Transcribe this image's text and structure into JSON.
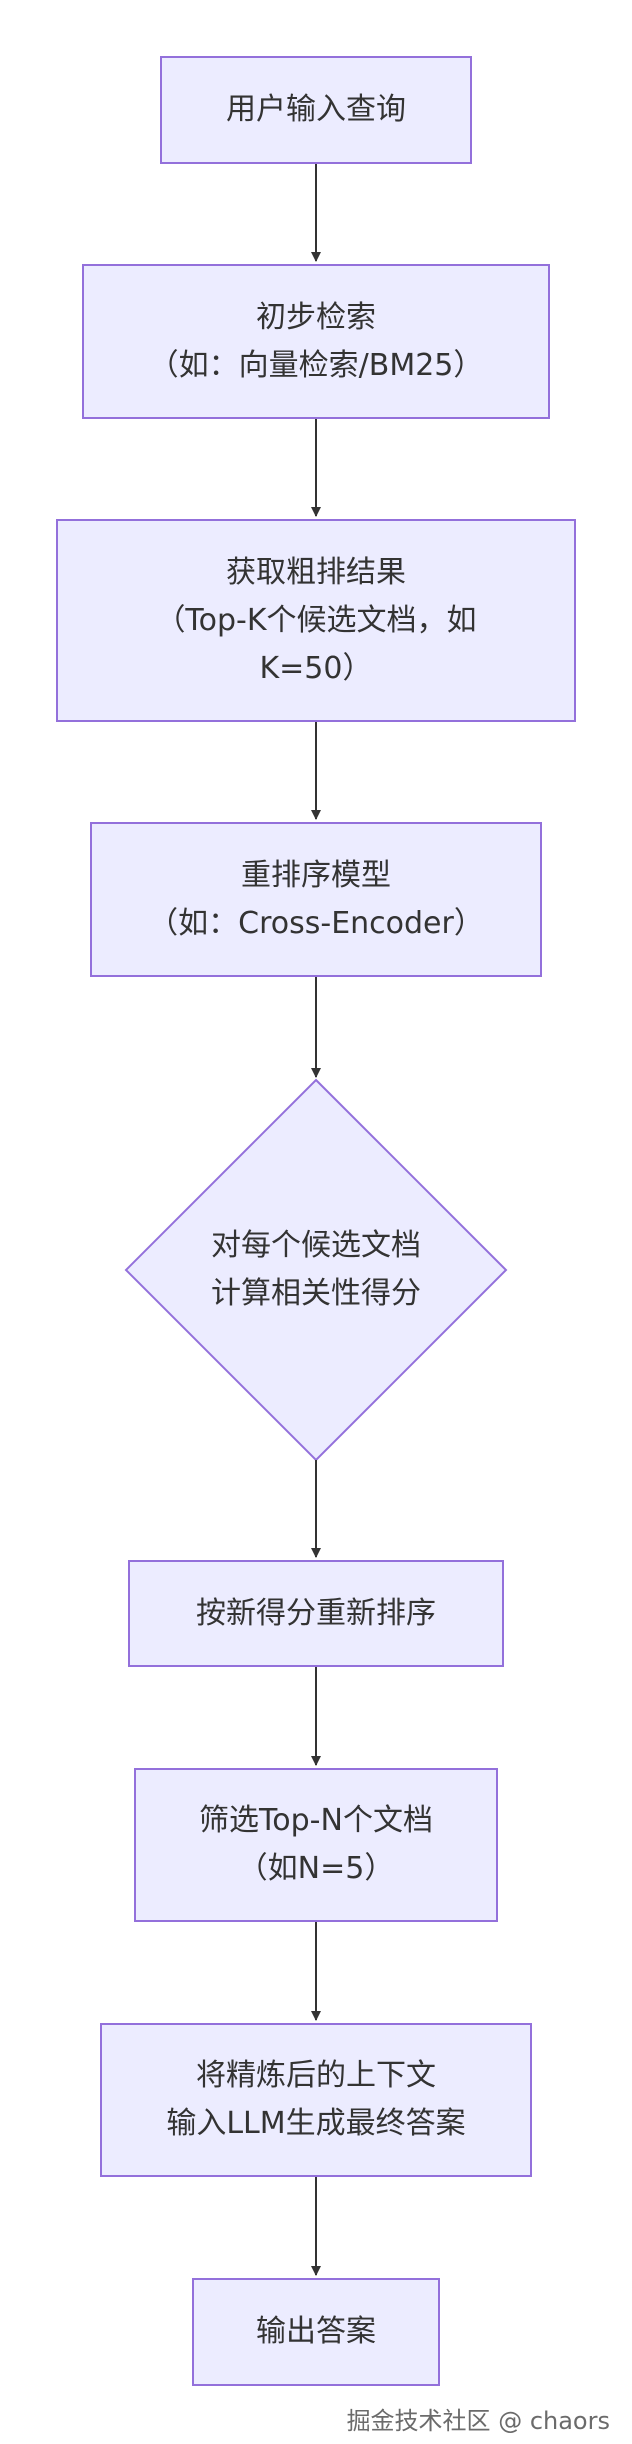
{
  "nodes": {
    "n1": {
      "lines": [
        "用户输入查询"
      ]
    },
    "n2": {
      "lines": [
        "初步检索",
        "（如：向量检索/BM25）"
      ]
    },
    "n3": {
      "lines": [
        "获取粗排结果",
        "（Top-K个候选文档，如",
        "K=50）"
      ]
    },
    "n4": {
      "lines": [
        "重排序模型",
        "（如：Cross-Encoder）"
      ]
    },
    "n5": {
      "lines": [
        "对每个候选文档",
        "计算相关性得分"
      ]
    },
    "n6": {
      "lines": [
        "按新得分重新排序"
      ]
    },
    "n7": {
      "lines": [
        "筛选Top-N个文档",
        "（如N=5）"
      ]
    },
    "n8": {
      "lines": [
        "将精炼后的上下文",
        "输入LLM生成最终答案"
      ]
    },
    "n9": {
      "lines": [
        "输出答案"
      ]
    }
  },
  "watermark": "掘金技术社区 @ chaors",
  "colors": {
    "node_fill": "#ECECFF",
    "node_stroke": "#9370DB",
    "edge": "#333333",
    "text": "#333333"
  }
}
